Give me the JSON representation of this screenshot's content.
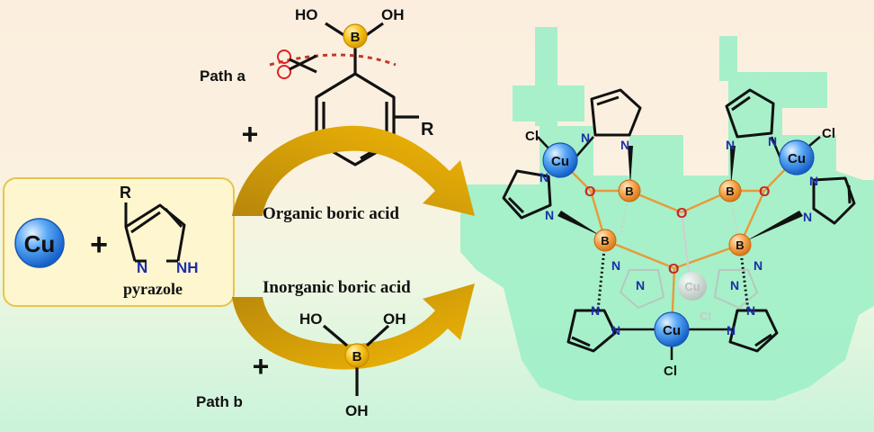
{
  "reactants": {
    "metal": "Cu",
    "plus": "+",
    "ligand_substituent": "R",
    "ligand_n": "N",
    "ligand_nh": "NH",
    "ligand_name": "pyrazole"
  },
  "path_a": {
    "label": "Path a",
    "plus": "+",
    "boron": "B",
    "ho_left": "HO",
    "oh_right": "OH",
    "substituent": "R",
    "arrow_label": "Organic boric acid"
  },
  "path_b": {
    "label": "Path b",
    "plus": "+",
    "boron": "B",
    "ho_left": "HO",
    "oh_right": "OH",
    "oh_bottom": "OH",
    "arrow_label": "Inorganic boric acid"
  },
  "product": {
    "copper": "Cu",
    "chloride": "Cl",
    "boron": "B",
    "oxygen": "O",
    "nitrogen": "N"
  },
  "colors": {
    "copper_blue": "#2f86e8",
    "boron_orange": "#f5a34a",
    "arrow_gold": "#f2b705",
    "arrow_brown": "#b7860b",
    "oxygen_red": "#c62828",
    "nitrogen_blue": "#1b2fa8",
    "panel_mint": "#9ef0c8"
  }
}
